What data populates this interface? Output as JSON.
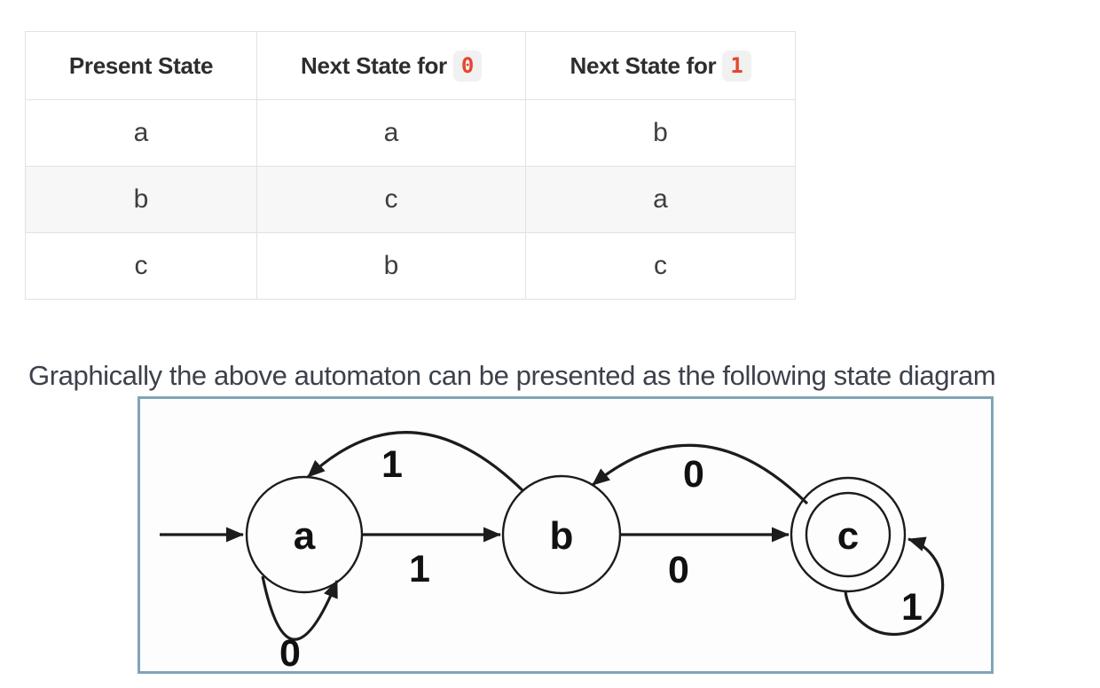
{
  "transition_table": {
    "columns": [
      {
        "label": "Present State"
      },
      {
        "label": "Next State for",
        "code": "0"
      },
      {
        "label": "Next State for",
        "code": "1"
      }
    ],
    "rows": [
      {
        "present": "a",
        "next0": "a",
        "next1": "b"
      },
      {
        "present": "b",
        "next0": "c",
        "next1": "a"
      },
      {
        "present": "c",
        "next0": "b",
        "next1": "c"
      }
    ]
  },
  "caption": "Graphically the above automaton can be presented as the following state diagram",
  "state_diagram": {
    "states": [
      {
        "id": "a",
        "initial": true,
        "accepting": false
      },
      {
        "id": "b",
        "initial": false,
        "accepting": false
      },
      {
        "id": "c",
        "initial": false,
        "accepting": true
      }
    ],
    "transitions": [
      {
        "from": "a",
        "to": "a",
        "input": "0"
      },
      {
        "from": "a",
        "to": "b",
        "input": "1"
      },
      {
        "from": "b",
        "to": "a",
        "input": "1"
      },
      {
        "from": "b",
        "to": "c",
        "input": "0"
      },
      {
        "from": "c",
        "to": "b",
        "input": "0"
      },
      {
        "from": "c",
        "to": "c",
        "input": "1"
      }
    ]
  },
  "colors": {
    "code_text": "#e5472d",
    "code_background": "#f1f1f1",
    "table_border": "#e2e2e2",
    "row_stripe": "#f7f7f7",
    "heading_text": "#2d2d2d",
    "body_text": "#3c414b",
    "diagram_stroke": "#1c1c1c",
    "diagram_box_border": "#7fa5b7"
  }
}
